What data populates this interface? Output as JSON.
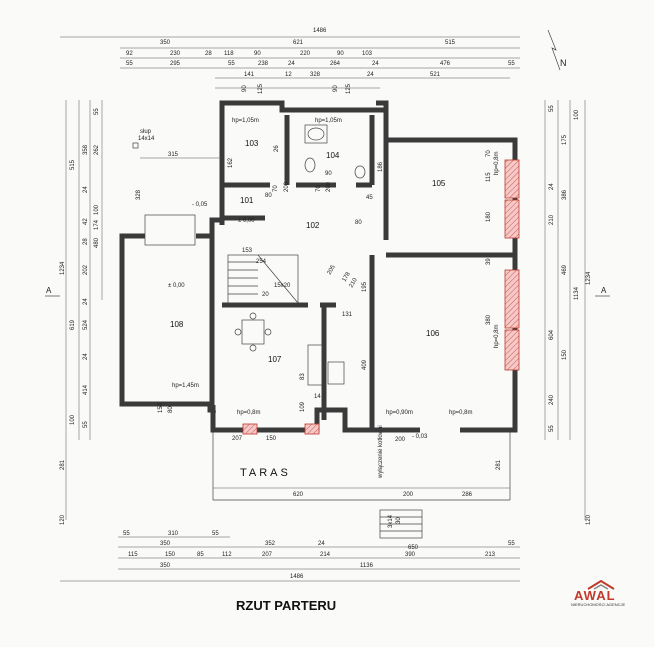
{
  "title": "RZUT PARTERU",
  "logo": {
    "name": "AWAL",
    "sub": "NIERUCHOMOŚCI AGENCJE"
  },
  "terrace_label": "TARAS",
  "compass_label": "N",
  "section_label": "A",
  "rooms": {
    "r101": "101",
    "r102": "102",
    "r103": "103",
    "r104": "104",
    "r105": "105",
    "r106": "106",
    "r107": "107",
    "r108": "108"
  },
  "notes": {
    "pillar": "słup",
    "pillar_size": "14x14",
    "hp105": "hp=1,05m",
    "hp105b": "hp=1,05m",
    "level0": "± 0,00",
    "level0b": "± 0,00",
    "lvl_neg05": "- 0,05",
    "lvl_neg03": "- 0,03",
    "hp08a": "hp=0,8m",
    "hp08b": "hp=0,8m",
    "hp08c": "hp=0,8m",
    "hp08d": "hp=0,8m",
    "hp145": "hp=1,45m",
    "hp090": "hp=0,90m",
    "stairs": "15x20",
    "vertical_note": "wyłączenie kotłowni",
    "step": "3x14"
  },
  "dims_top": {
    "total": "1486",
    "row1": [
      "350",
      "621",
      "515"
    ],
    "row2": [
      "92",
      "230",
      "28",
      "118",
      "90",
      "220",
      "90",
      "103"
    ],
    "row3": [
      "55",
      "295",
      "55",
      "238",
      "24",
      "264",
      "24",
      "476",
      "55"
    ],
    "row4": [
      "141",
      "12",
      "328",
      "24",
      "521"
    ],
    "row5": [
      "90",
      "125",
      "90",
      "125"
    ]
  },
  "dims_bottom": {
    "row1": [
      "55",
      "310",
      "55"
    ],
    "row2": [
      "350",
      "352",
      "24",
      "650",
      "55"
    ],
    "row3": [
      "115",
      "150",
      "85",
      "112",
      "207",
      "214",
      "390",
      "213"
    ],
    "row4": [
      "350",
      "1136"
    ],
    "total": "1486",
    "terrace": [
      "620",
      "200",
      "286"
    ],
    "terrace_h": [
      "281",
      "281"
    ],
    "steps": [
      "30",
      "120",
      "120"
    ]
  },
  "dims_left": {
    "outer": [
      "515",
      "1234",
      "619",
      "100"
    ],
    "mid": [
      "358",
      "24",
      "42",
      "28",
      "202",
      "24",
      "524",
      "24",
      "414",
      "55"
    ],
    "inner": [
      "55",
      "262",
      "100",
      "174",
      "480"
    ]
  },
  "dims_right": {
    "outer": [
      "1234",
      "1134",
      "469",
      "604",
      "240"
    ],
    "inner": [
      "100",
      "175",
      "24",
      "386",
      "210",
      "150",
      "55",
      "55"
    ]
  },
  "dims_inner": {
    "a": [
      "315",
      "328",
      "162",
      "26",
      "200",
      "200",
      "70",
      "70",
      "90",
      "80",
      "80",
      "45",
      "186",
      "115",
      "70",
      "180",
      "39",
      "380"
    ],
    "b": [
      "153",
      "254",
      "205",
      "178",
      "210",
      "131",
      "409",
      "195",
      "83",
      "109",
      "14",
      "150",
      "207",
      "150",
      "200",
      "80",
      "20"
    ]
  }
}
